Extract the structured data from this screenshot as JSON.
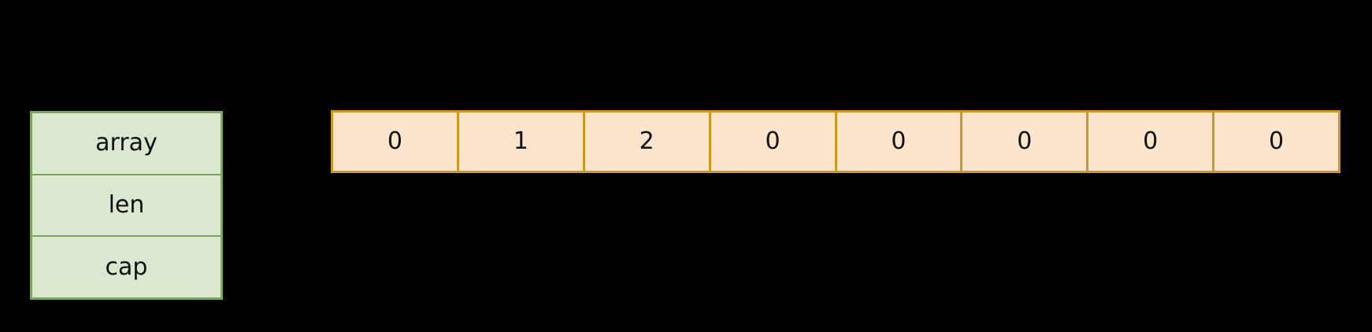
{
  "canvas": {
    "background": "#000000"
  },
  "colors": {
    "struct_fill": "#D9E8CF",
    "struct_border": "#7EA55C",
    "array_fill": "#FCE5CC",
    "array_border": "#CD9722",
    "text": "#111111",
    "bg": "#000000"
  },
  "slice_struct": {
    "fields": [
      "array",
      "len",
      "cap"
    ]
  },
  "backing_array": {
    "cells": [
      "0",
      "1",
      "2",
      "0",
      "0",
      "0",
      "0",
      "0"
    ]
  }
}
